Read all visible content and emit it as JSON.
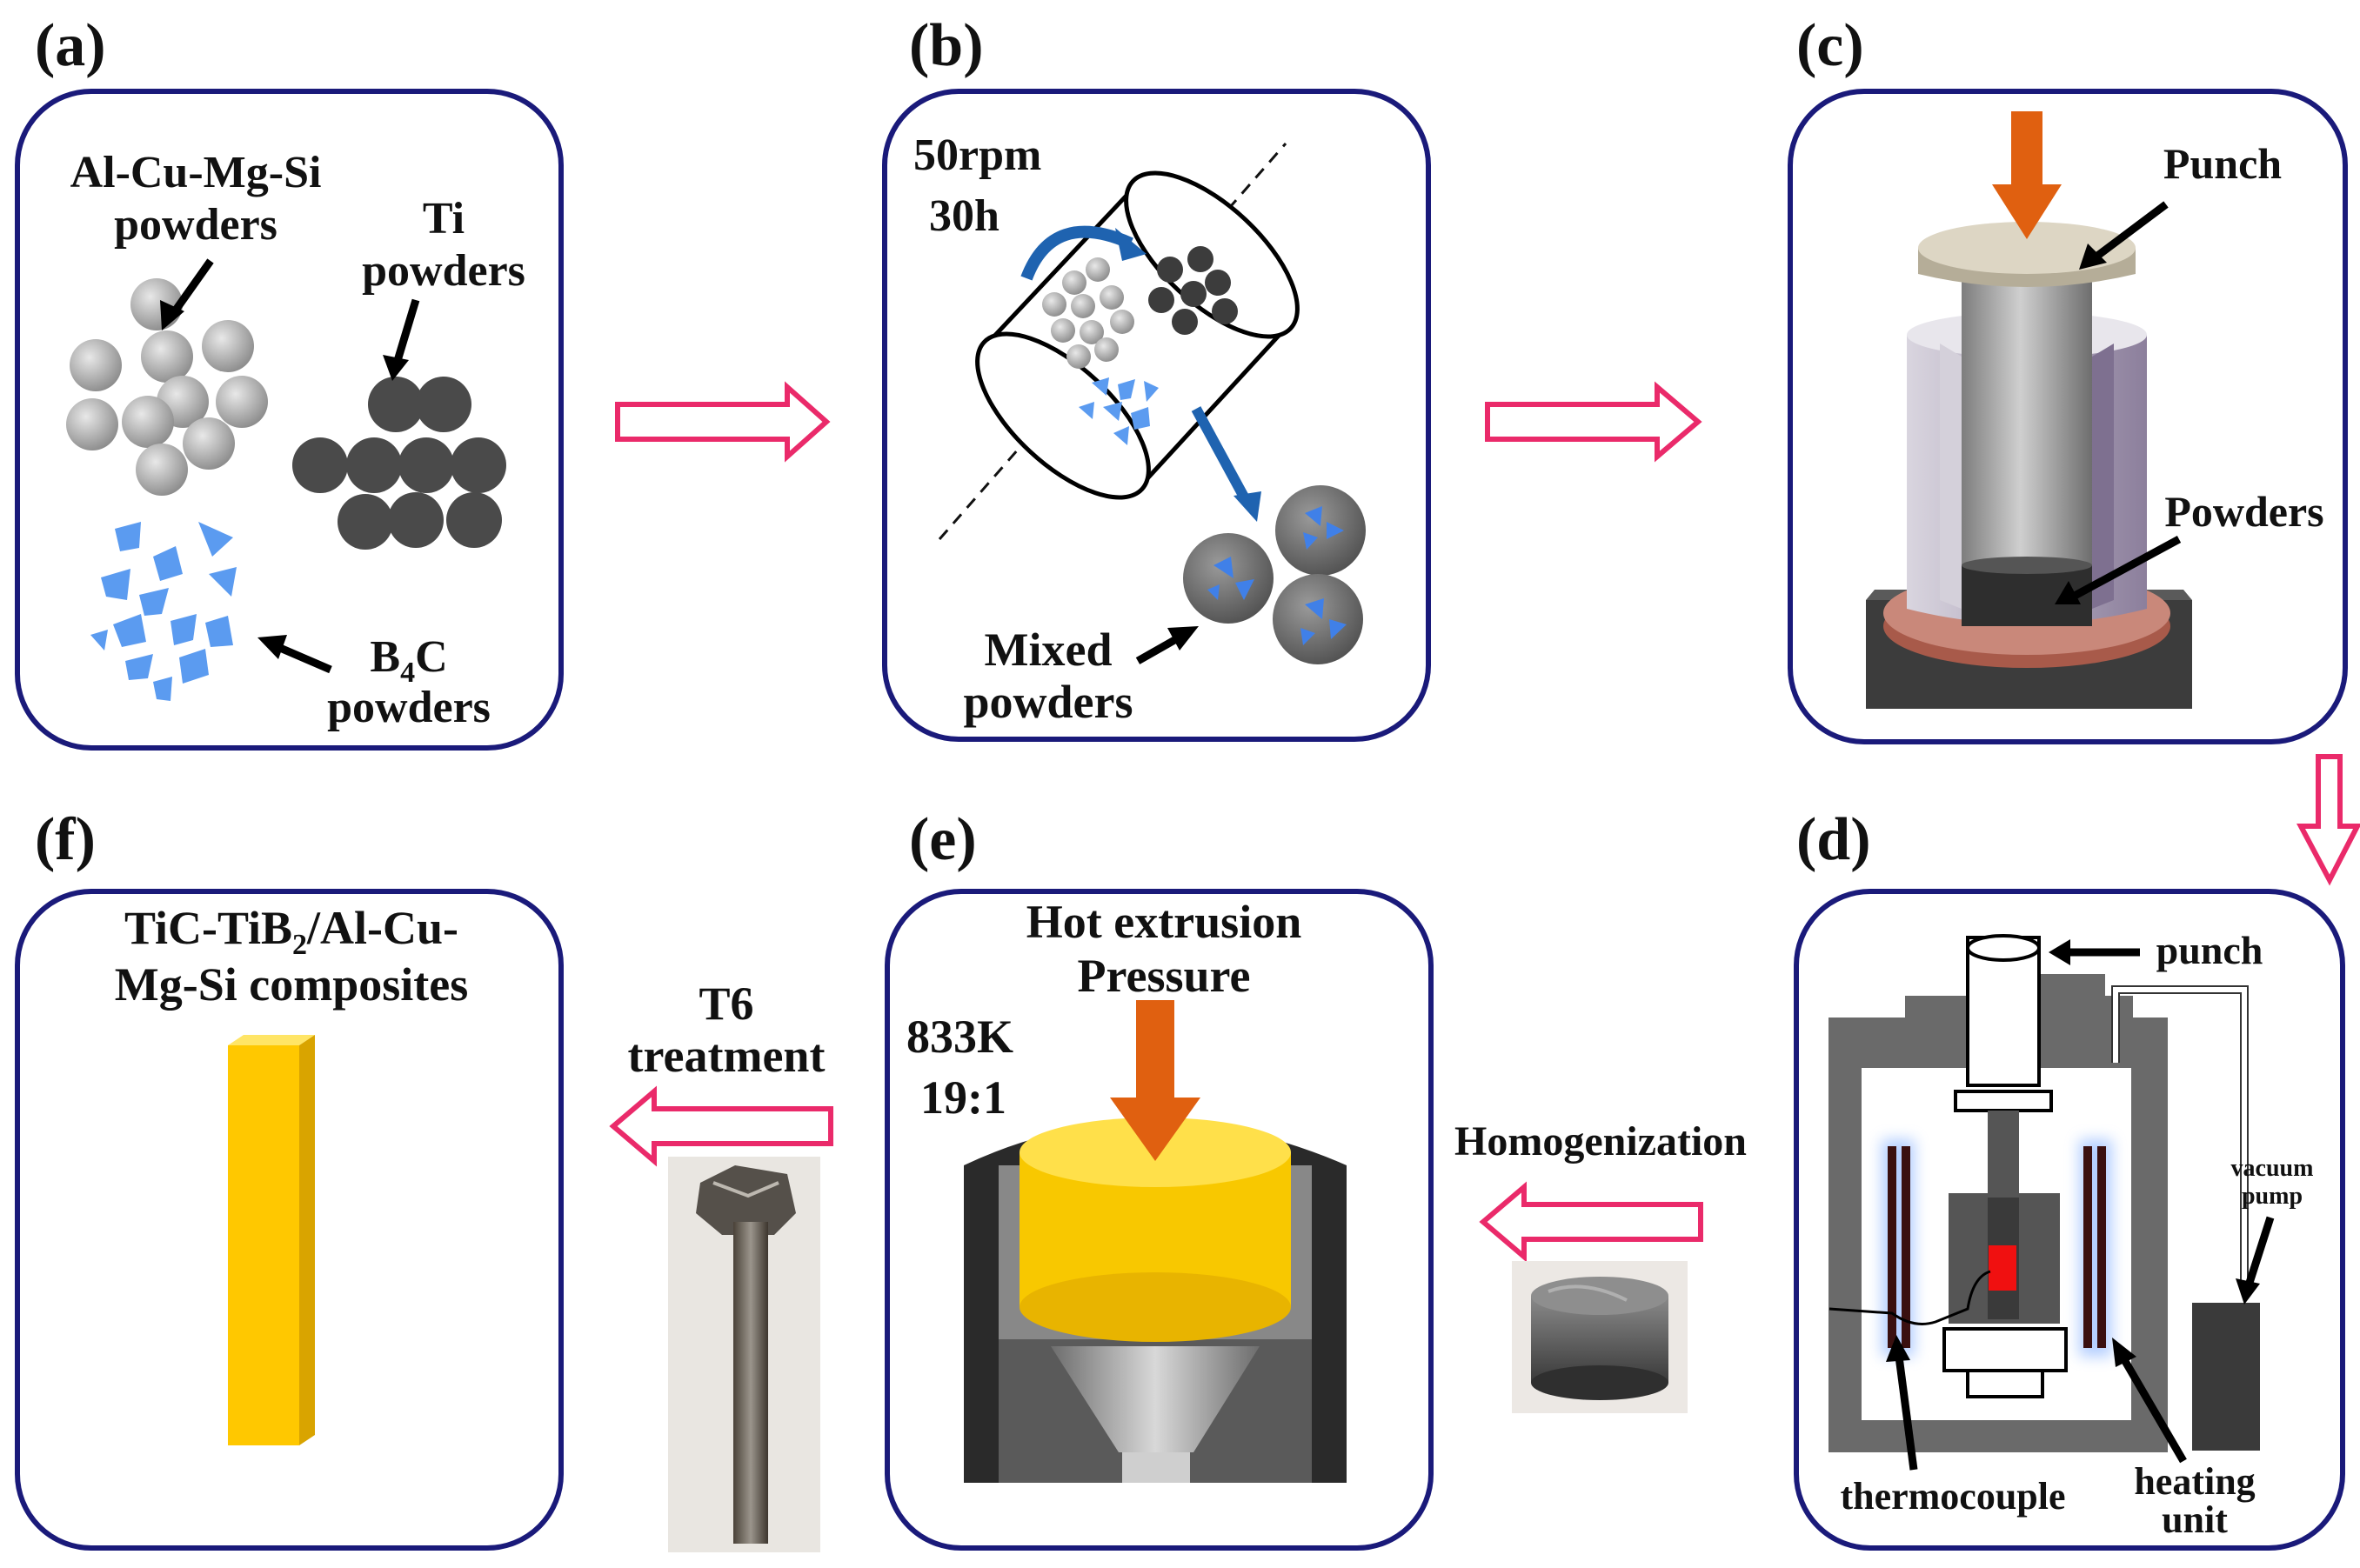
{
  "panel_labels": {
    "a": "(a)",
    "b": "(b)",
    "c": "(c)",
    "d": "(d)",
    "e": "(e)",
    "f": "(f)"
  },
  "panel_a": {
    "alloy_line1": "Al-Cu-Mg-Si",
    "alloy_line2": "powders",
    "ti_line1": "Ti",
    "ti_line2": "powders",
    "b4c_b": "B",
    "b4c_sub": "4",
    "b4c_c": "C",
    "b4c_line2": "powders"
  },
  "panel_b": {
    "speed": "50rpm",
    "time": "30h",
    "mixed_line1": "Mixed",
    "mixed_line2": "powders"
  },
  "panel_c": {
    "punch": "Punch",
    "powders": "Powders"
  },
  "panel_d": {
    "punch": "punch",
    "vacuum_line1": "vacuum",
    "vacuum_line2": "pump",
    "thermocouple": "thermocouple",
    "heating_line1": "heating",
    "heating_line2": "unit"
  },
  "step_labels": {
    "homogenization": "Homogenization",
    "t6_line1": "T6",
    "t6_line2": "treatment"
  },
  "panel_e": {
    "title_line1": "Hot extrusion",
    "title_line2": "Pressure",
    "temperature": "833K",
    "ratio": "19:1"
  },
  "panel_f": {
    "title_a": "TiC-TiB",
    "title_sub": "2",
    "title_b": "/Al-Cu-",
    "title_line2": "Mg-Si composites"
  },
  "colors": {
    "panel_border": "#1a1a7a",
    "flow_arrow": "#ea2a6a",
    "press_arrow": "#e06010",
    "b4c": "#5b9bf0",
    "composite": "#ffcc00"
  }
}
